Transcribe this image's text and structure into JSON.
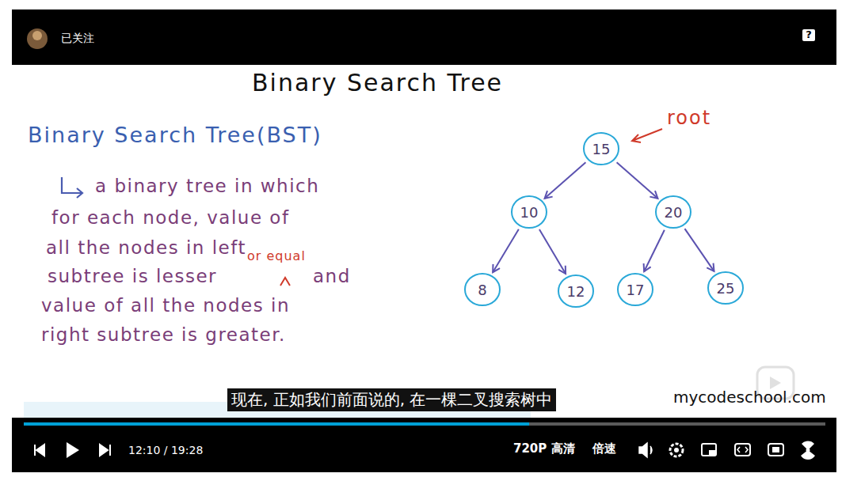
{
  "diagram": {
    "title": "Binary Search Tree",
    "nodes": [
      {
        "text": [
          "15"
        ]
      },
      {
        "text": [
          "10"
        ]
      },
      {
        "text": [
          "20"
        ]
      },
      {
        "text": [
          "8"
        ]
      },
      {
        "text": [
          "12"
        ]
      },
      {
        "text": [
          "17"
        ]
      },
      {
        "text": [
          "25"
        ]
      }
    ],
    "edges": [
      {
        "from": 0,
        "to": 1,
        "arrow": "to"
      },
      {
        "from": 0,
        "to": 2,
        "arrow": "to"
      },
      {
        "from": 1,
        "to": 3,
        "arrow": "to"
      },
      {
        "from": 1,
        "to": 4,
        "arrow": "to"
      },
      {
        "from": 2,
        "to": 5,
        "arrow": "to"
      },
      {
        "from": 2,
        "to": 6,
        "arrow": "to"
      }
    ],
    "labels": [
      "已关注",
      "?",
      "Binary Search Tree(BST)",
      "a binary tree in which",
      "for each node, value of",
      "all the nodes in left",
      "subtree is lesser",
      "or equal",
      "and",
      "value of all the nodes in",
      "right subtree is greater.",
      "root",
      "现在, 正如我们前面说的, 在一棵二叉搜索树中",
      "mycodeschool.com",
      "12:10 / 19:28",
      "720P 高清",
      "倍速"
    ]
  }
}
